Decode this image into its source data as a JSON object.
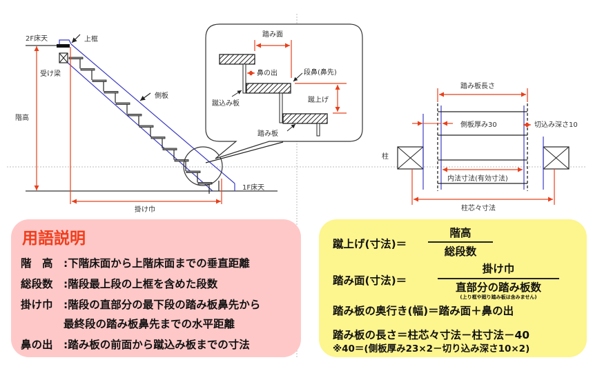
{
  "diagram": {
    "side_view": {
      "floor_2f": "2F床天",
      "upper_frame": "上框",
      "receiving_beam": "受け梁",
      "story_height": "階高",
      "stringer": "側板",
      "floor_1f": "1F床天",
      "span": "掛け巾"
    },
    "detail_callout": {
      "tread_surface": "踏み面",
      "nosing": "鼻の出",
      "step_nose": "段鼻(鼻先)",
      "riser_board": "蹴込み板",
      "riser_height": "蹴上げ",
      "tread_board": "踏み板"
    },
    "plan_view": {
      "tread_length": "踏み板長さ",
      "stringer_thickness": "側板厚み30",
      "notch_depth": "切込み深さ10",
      "column": "柱",
      "inner_dimension": "内法寸法(有効寸法)",
      "column_center_dimension": "柱芯々寸法"
    },
    "colors": {
      "dimension_line": "#e8401c",
      "stringer_line": "#3b3bc4",
      "terms_bg": "#ffc8c8",
      "formula_bg": "#fdf58e",
      "title_red": "#ef3e1c"
    }
  },
  "terms": {
    "title": "用語説明",
    "items": [
      {
        "key": "階　高",
        "sep": ":",
        "desc": "下階床面から上階床面までの垂直距離"
      },
      {
        "key": "総段数",
        "sep": ":",
        "desc": "階段最上段の上框を含めた段数"
      },
      {
        "key": "掛け巾",
        "sep": ":",
        "desc": "階段の直部分の最下段の踏み板鼻先から",
        "desc2": "最終段の踏み板鼻先までの水平距離"
      },
      {
        "key": "鼻の出",
        "sep": ":",
        "desc": "踏み板の前面から蹴込み板までの寸法"
      }
    ]
  },
  "formulas": {
    "riser": {
      "lhs": "蹴上げ(寸法)＝",
      "numerator": "階高",
      "denominator": "総段数"
    },
    "tread": {
      "lhs": "踏み面(寸法)＝",
      "numerator": "掛け巾",
      "denominator": "直部分の踏み板数",
      "note": "(上り框や廻り踏み板は含みません)"
    },
    "depth": "踏み板の奥行き(幅)＝踏み面＋鼻の出",
    "length": "踏み板の長さ＝柱芯々寸法－柱寸法－40",
    "length_note": "※40＝(側板厚み23×2－切り込み深さ10×2)"
  }
}
